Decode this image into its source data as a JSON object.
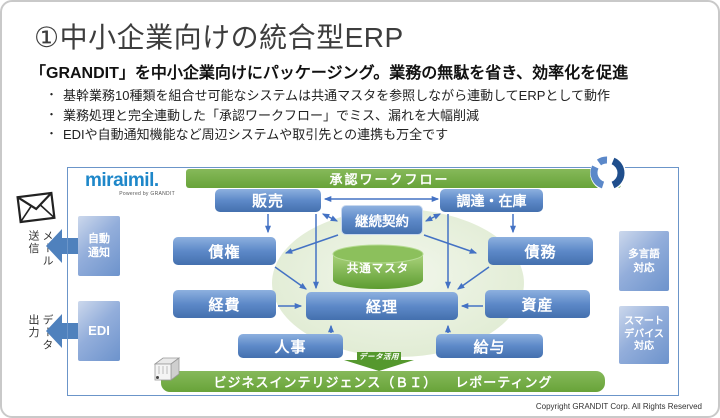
{
  "slide": {
    "title": "①中小企業向けの統合型ERP",
    "subtitle": "「GRANDIT」を中小企業向けにパッケージング。業務の無駄を省き、効率化を促進",
    "bullet_char": "・",
    "bullets": [
      "基幹業務10種類を組合せ可能なシステムは共通マスタを参照しながら連動してERPとして動作",
      "業務処理と完全連動した「承認ワークフロー」でミス、漏れを大幅削減",
      "EDIや自動通知機能など周辺システムや取引先との連携も万全です"
    ],
    "copyright": "Copyright GRANDIT Corp. All Rights Reserved"
  },
  "diagram": {
    "logo": {
      "name": "miraimil.",
      "powered": "Powered by GRANDIT"
    },
    "approval_bar": "承認ワークフロー",
    "bi_bar": {
      "left": "ビジネスインテリジェンス（ＢＩ）",
      "right": "レポーティング"
    },
    "data_use_label": "データ活用",
    "master_db": "共通マスタ",
    "modules": {
      "sales": "販売",
      "recurring_contract": "継続契約",
      "procurement": "調達・在庫",
      "receivables": "債権",
      "payables": "債務",
      "expenses": "経費",
      "accounting": "経理",
      "assets": "資産",
      "hr": "人事",
      "payroll": "給与"
    },
    "integrations": {
      "auto_notify": "自動\n通知",
      "edi": "EDI",
      "multilingual": "多言語\n対応",
      "smart_device": "スマート\nデバイス\n対応"
    },
    "outputs": {
      "mail_send": "メール送信",
      "data_out": "データ出力"
    }
  },
  "colors": {
    "bar_green": "#6da441",
    "box_blue": "#4a7cbe",
    "arrow_blue": "#4472c4",
    "logo_blue": "#1e87c9",
    "ellipse_green": "#e4edd8"
  }
}
